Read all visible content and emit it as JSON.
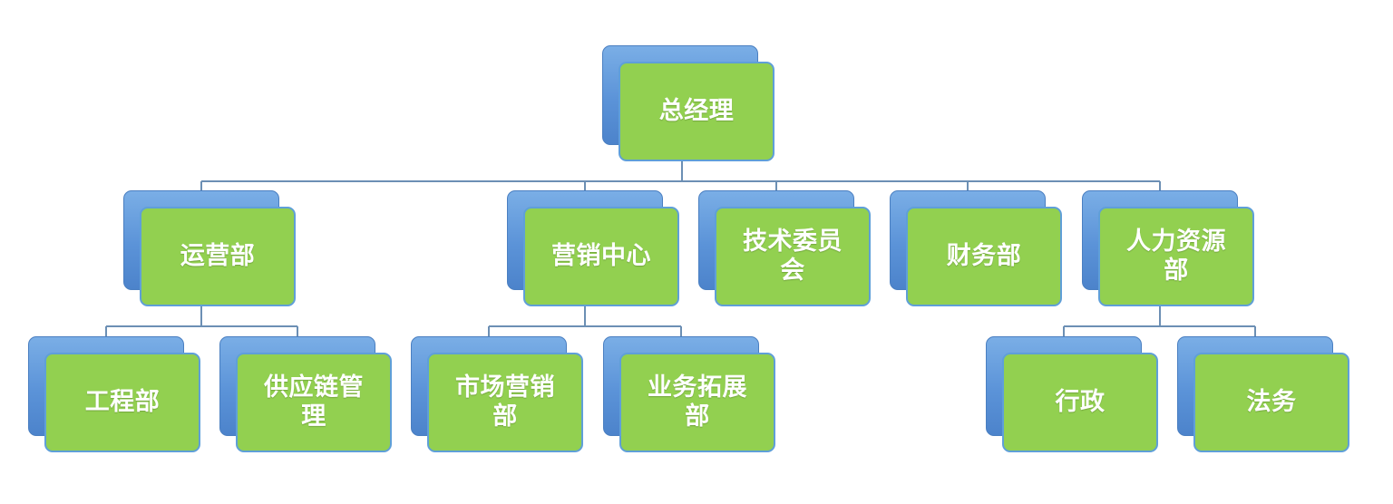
{
  "org_chart": {
    "root": {
      "label": "总经理",
      "children": [
        {
          "label": "运营部",
          "children": [
            {
              "label": "工程部"
            },
            {
              "label": "供应链管理"
            }
          ]
        },
        {
          "label": "营销中心",
          "children": [
            {
              "label": "市场营销部"
            },
            {
              "label": "业务拓展部"
            }
          ]
        },
        {
          "label": "技术委员会"
        },
        {
          "label": "财务部"
        },
        {
          "label": "人力资源部",
          "children": [
            {
              "label": "行政"
            },
            {
              "label": "法务"
            }
          ]
        }
      ]
    }
  },
  "colors": {
    "node_fill": "#92d050",
    "node_border": "#5f9fd8",
    "shadow_fill": "#5b93d8",
    "connector": "#6c8fb4",
    "label_text": "#ffffff"
  }
}
